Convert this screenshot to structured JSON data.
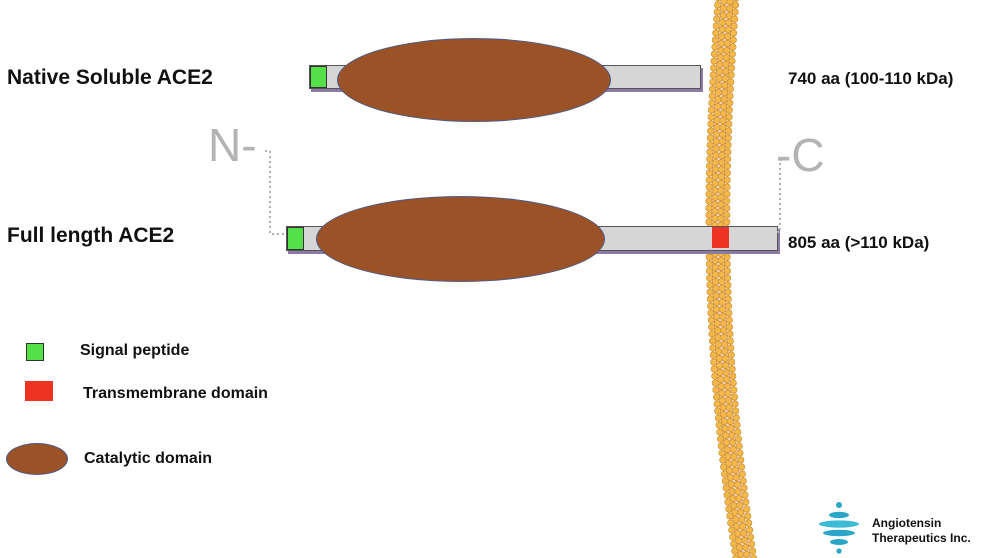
{
  "constructs": {
    "soluble": {
      "name": "Native Soluble ACE2",
      "size": "740 aa  (100-110 kDa)"
    },
    "full": {
      "name": "Full length ACE2",
      "size": "805 aa  (>110 kDa)"
    }
  },
  "terminals": {
    "n": "N-",
    "c": "-C"
  },
  "legend": {
    "signal": "Signal peptide",
    "tm": "Transmembrane domain",
    "catalytic": "Catalytic domain"
  },
  "colors": {
    "signal_peptide": "#55e04a",
    "transmembrane": "#ee3322",
    "catalytic": "#9b5226",
    "membrane_head": "#f2b84b",
    "bar": "#d6d6d6"
  },
  "company": {
    "line1": "Angiotensin",
    "line2": "Therapeutics Inc."
  }
}
